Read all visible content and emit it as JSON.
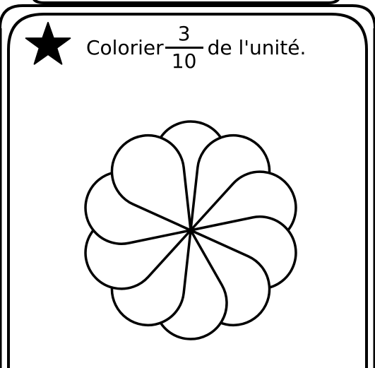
{
  "instruction": {
    "before": "Colorier",
    "numerator": "3",
    "denominator": "10",
    "after": "de l'unité."
  },
  "icons": {
    "marker": "star-icon",
    "figure": "flower-icon"
  },
  "colors": {
    "stroke": "#000000",
    "fill": "#ffffff"
  },
  "figure": {
    "petal_count": 10
  }
}
